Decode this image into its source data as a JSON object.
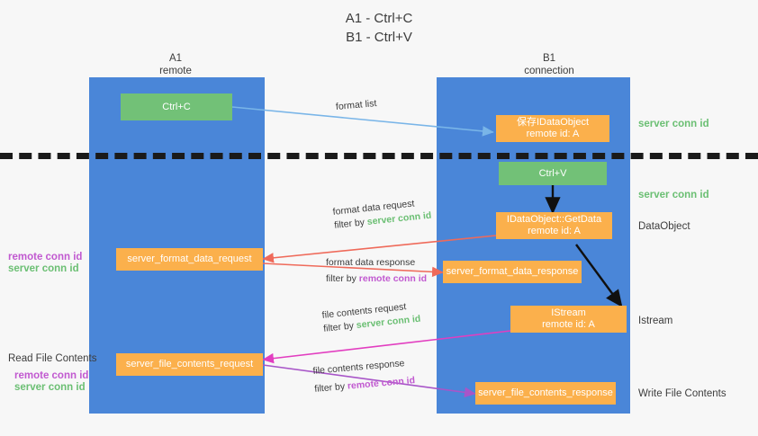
{
  "title": "A1 - Ctrl+C\nB1 - Ctrl+V",
  "columns": [
    {
      "header": "A1\nremote"
    },
    {
      "header": "B1\nconnection"
    }
  ],
  "nodes": {
    "ctrl_c": "Ctrl+C",
    "ctrl_v": "Ctrl+V",
    "save_idataobject": "保存IDataObject\nremote id: A",
    "getdata": "IDataObject::GetData\nremote id: A",
    "istream": "IStream\nremote id: A",
    "server_format_data_request": "server_format_data_request",
    "server_format_data_response": "server_format_data_response",
    "server_file_contents_request": "server_file_contents_request",
    "server_file_contents_response": "server_file_contents_response"
  },
  "edges": {
    "format_list": "format list",
    "format_data_request": "format data request",
    "format_data_request_filter_prefix": "filter by ",
    "format_data_request_filter_key": "server conn id",
    "format_data_response": "format data response",
    "format_data_response_filter_prefix": "filter by ",
    "format_data_response_filter_key": "remote conn id",
    "file_contents_request": "file contents request",
    "file_contents_request_filter_prefix": "filter by ",
    "file_contents_request_filter_key": "server conn id",
    "file_contents_response": "file contents response",
    "file_contents_response_filter_prefix": "filter by ",
    "file_contents_response_filter_key": "remote conn id"
  },
  "right_labels": {
    "server_conn_id_top": "server conn id",
    "server_conn_id_mid": "server conn id",
    "dataobject": "DataObject",
    "istream": "Istream",
    "write_file_contents": "Write File Contents"
  },
  "left_labels": {
    "remote_conn_id_mid": "remote conn id",
    "server_conn_id_mid": "server conn id",
    "read_file_contents": "Read File Contents",
    "remote_conn_id_bottom": "remote conn id",
    "server_conn_id_bottom": "server conn id"
  },
  "colors": {
    "lane": "#4a86d8",
    "green_node": "#72c177",
    "orange_node": "#fbb04c",
    "server_conn_id": "#6bbf73",
    "remote_conn_id": "#c159d0",
    "arrow_blue": "#79b5e8",
    "arrow_red": "#ef6a5a",
    "arrow_magenta": "#e23ec0",
    "arrow_purple": "#a855c8",
    "arrow_black": "#101010",
    "background": "#f7f7f7"
  }
}
